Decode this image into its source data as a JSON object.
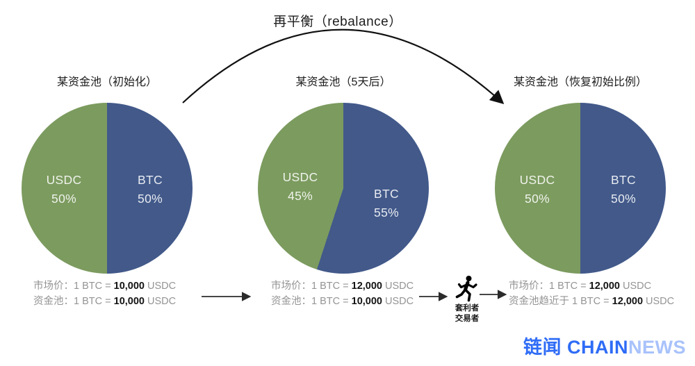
{
  "title": "再平衡（rebalance）",
  "colors": {
    "usdc_green": "#7c9b5f",
    "btc_blue": "#42598a",
    "arrow": "#2b2b2b",
    "logo_primary": "#2f6cf6",
    "logo_secondary": "#a8c2fb"
  },
  "pies": [
    {
      "title": "某资金池（初始化）",
      "slices": [
        {
          "label": "USDC",
          "pct": "50%",
          "value": 50
        },
        {
          "label": "BTC",
          "pct": "50%",
          "value": 50
        }
      ],
      "caption": [
        {
          "pre": "市场价：1 BTC = ",
          "val": "10,000",
          "post": " USDC"
        },
        {
          "pre": "资金池：1 BTC = ",
          "val": "10,000",
          "post": " USDC"
        }
      ]
    },
    {
      "title": "某资金池（5天后）",
      "slices": [
        {
          "label": "USDC",
          "pct": "45%",
          "value": 45
        },
        {
          "label": "BTC",
          "pct": "55%",
          "value": 55
        }
      ],
      "caption": [
        {
          "pre": "市场价：1 BTC = ",
          "val": "12,000",
          "post": " USDC"
        },
        {
          "pre": "资金池：1 BTC = ",
          "val": "10,000",
          "post": " USDC"
        }
      ]
    },
    {
      "title": "某资金池（恢复初始比例）",
      "slices": [
        {
          "label": "USDC",
          "pct": "50%",
          "value": 50
        },
        {
          "label": "BTC",
          "pct": "50%",
          "value": 50
        }
      ],
      "caption": [
        {
          "pre": "市场价：1 BTC = ",
          "val": "12,000",
          "post": " USDC"
        },
        {
          "pre": "资金池趋近于 1 BTC = ",
          "val": "12,000",
          "post": " USDC"
        }
      ]
    }
  ],
  "arbitrageur": {
    "line1": "套利者",
    "line2": "交易者"
  },
  "logo": {
    "zh": "链闻 ",
    "en_bold": "CHAIN",
    "en_light": "NEWS"
  },
  "chart_data": [
    {
      "type": "pie",
      "title": "某资金池（初始化）",
      "labels": [
        "USDC",
        "BTC"
      ],
      "values": [
        50,
        50
      ]
    },
    {
      "type": "pie",
      "title": "某资金池（5天后）",
      "labels": [
        "USDC",
        "BTC"
      ],
      "values": [
        45,
        55
      ]
    },
    {
      "type": "pie",
      "title": "某资金池（恢复初始比例）",
      "labels": [
        "USDC",
        "BTC"
      ],
      "values": [
        50,
        50
      ]
    }
  ]
}
